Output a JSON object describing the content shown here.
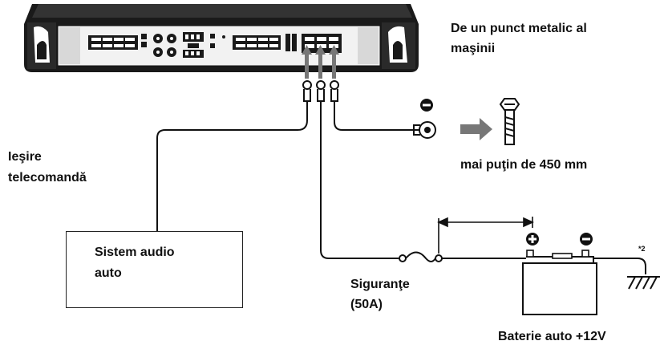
{
  "labels": {
    "ground_point": [
      "De un punct metalic al",
      "maşinii"
    ],
    "remote_output": [
      "Ieşire",
      "telecomandă"
    ],
    "min_distance": "mai puţin de 450 mm",
    "audio_system": [
      "Sistem audio",
      "auto"
    ],
    "fuse": [
      "Siguranţe",
      "(50A)"
    ],
    "battery": "Baterie auto +12V",
    "note_mark": "*2"
  },
  "colors": {
    "ink": "#111111",
    "arrow_gray": "#777777",
    "amp_body": "#1a1a1a"
  }
}
